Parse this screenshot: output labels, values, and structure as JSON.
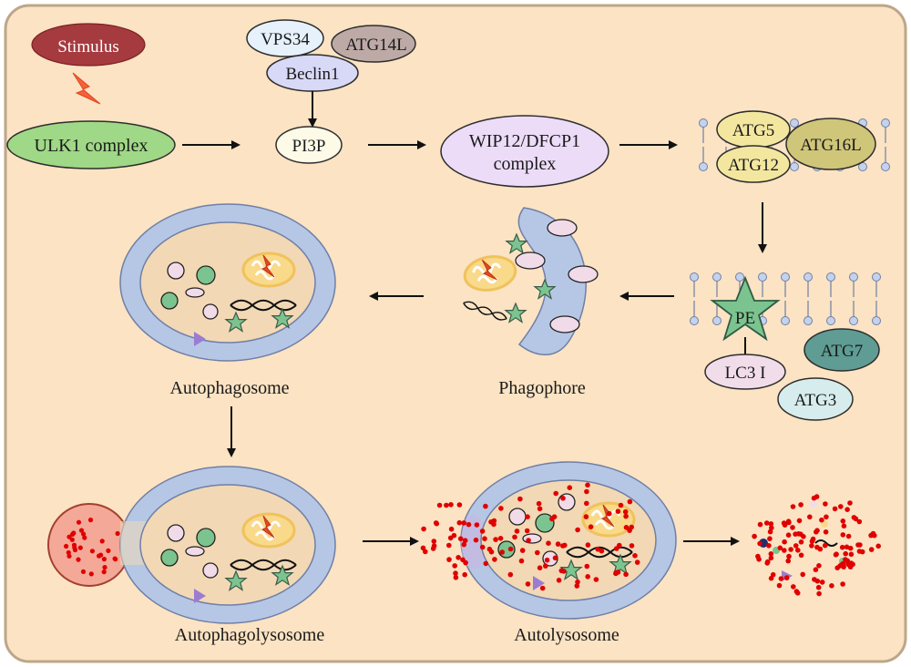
{
  "labels": {
    "stimulus": "Stimulus",
    "ulk1": "ULK1 complex",
    "vps34": "VPS34",
    "atg14l": "ATG14L",
    "beclin1": "Beclin1",
    "pi3p": "PI3P",
    "wipi_line1": "WIP12/DFCP1",
    "wipi_line2": "complex",
    "atg5": "ATG5",
    "atg12": "ATG12",
    "atg16l": "ATG16L",
    "pe": "PE",
    "lc3": "LC3 I",
    "atg7": "ATG7",
    "atg3": "ATG3",
    "phagophore": "Phagophore",
    "autophagosome": "Autophagosome",
    "autophagolysosome": "Autophagolysosome",
    "autolysosome": "Autolysosome"
  },
  "colors": {
    "panel_bg": "#fbe3c3",
    "panel_border": "#bda689",
    "stimulus": "#a53a3f",
    "ulk1": "#9fd886",
    "vps34": "#e6f1fb",
    "atg14l": "#bdaaa6",
    "beclin1": "#d8d8f7",
    "wipi": "#ecdcf8",
    "atg5": "#f3e7a0",
    "atg16l": "#cfc67a",
    "pe": "#7cc48f",
    "lc3": "#f1dcea",
    "atg7": "#5f9c93",
    "atg3": "#d7ecec",
    "membrane": "#b6c7e6",
    "lysosome": "#f4a898",
    "hydrolase": "#e00000"
  }
}
